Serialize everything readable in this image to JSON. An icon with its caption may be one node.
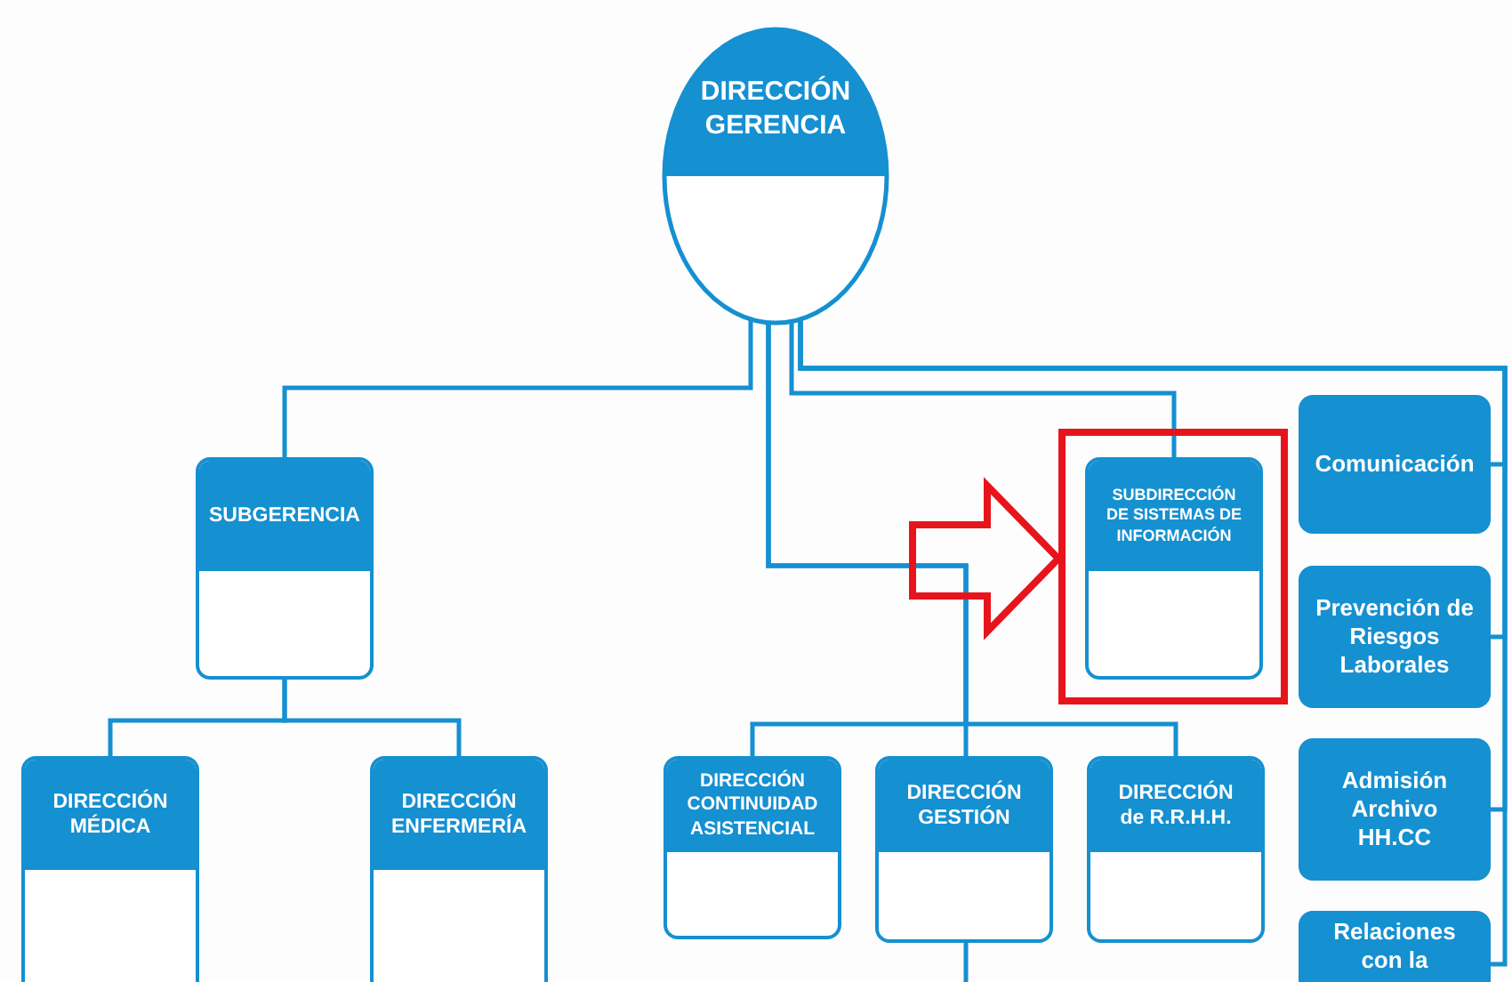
{
  "diagram": {
    "nodes": [
      {
        "text": [
          "DIRECCIÓN GERENCIA"
        ]
      },
      {
        "text": [
          "SUBGERENCIA"
        ]
      },
      {
        "text": [
          "SUBDIRECCIÓN DE SISTEMAS DE INFORMACIÓN"
        ]
      },
      {
        "text": [
          "Comunicación"
        ]
      },
      {
        "text": [
          "Prevención de Riesgos Laborales"
        ]
      },
      {
        "text": [
          "DIRECCIÓN MÉDICA"
        ]
      },
      {
        "text": [
          "DIRECCIÓN ENFERMERÍA"
        ]
      },
      {
        "text": [
          "DIRECCIÓN CONTINUIDAD ASISTENCIAL"
        ]
      },
      {
        "text": [
          "DIRECCIÓN GESTIÓN"
        ]
      },
      {
        "text": [
          "DIRECCIÓN de R.R.H.H."
        ]
      },
      {
        "text": [
          "Admisión Archivo HH.CC"
        ]
      },
      {
        "text": [
          "Relaciones con la"
        ]
      }
    ],
    "edges": [
      {
        "from": 0,
        "to": 1,
        "arrow": "none"
      },
      {
        "from": 0,
        "to": 2,
        "arrow": "none"
      },
      {
        "from": 0,
        "to": 3,
        "arrow": "none"
      },
      {
        "from": 0,
        "to": 4,
        "arrow": "none"
      },
      {
        "from": 0,
        "to": 10,
        "arrow": "none"
      },
      {
        "from": 0,
        "to": 11,
        "arrow": "none"
      },
      {
        "from": 0,
        "to": 7,
        "arrow": "none"
      },
      {
        "from": 0,
        "to": 8,
        "arrow": "none"
      },
      {
        "from": 0,
        "to": 9,
        "arrow": "none"
      },
      {
        "from": 1,
        "to": 5,
        "arrow": "none"
      },
      {
        "from": 1,
        "to": 6,
        "arrow": "none"
      },
      {
        "from": 8,
        "to": null,
        "arrow": "none"
      }
    ]
  }
}
